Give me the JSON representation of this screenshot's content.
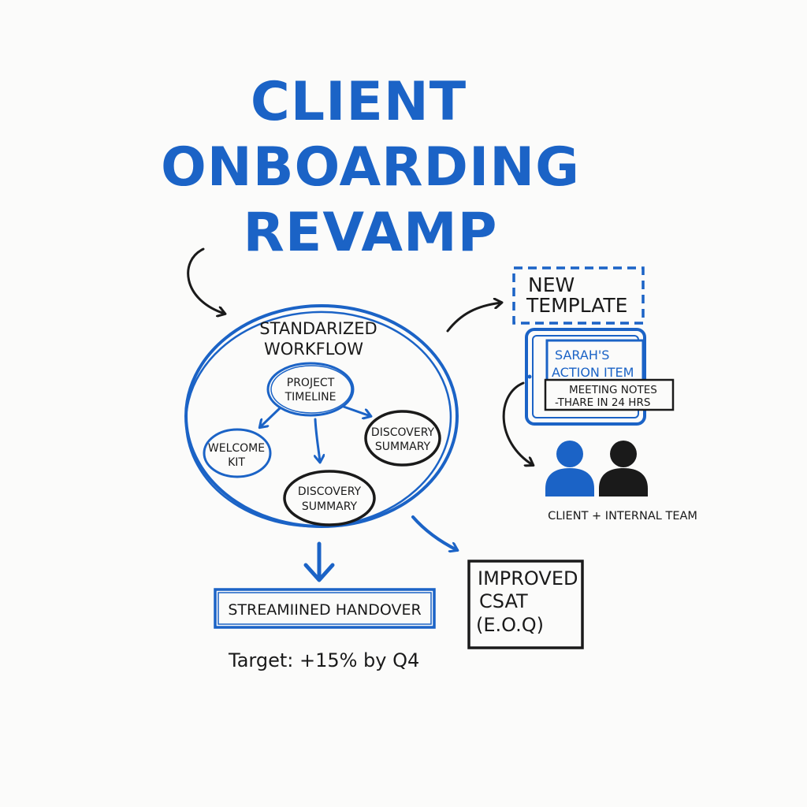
{
  "title": {
    "line1": "CLIENT",
    "line2": "ONBOARDING",
    "line3": "REVAMP"
  },
  "workflow": {
    "heading_line1": "STANDARIZED",
    "heading_line2": "WORKFLOW",
    "nodes": {
      "project_timeline": [
        "PROJECT",
        "TIMELINE"
      ],
      "welcome_kit": [
        "WELCOME",
        "KIT"
      ],
      "discovery_summary_right": [
        "DISCOVERY",
        "SUMMARY"
      ],
      "discovery_summary_bottom": [
        "DISCOVERY",
        "SUMMARY"
      ]
    }
  },
  "new_template": {
    "line1": "NEW",
    "line2": "TEMPLATE"
  },
  "tablet": {
    "action_line1": "SARAH'S",
    "action_line2": "ACTION ITEM",
    "notes_line1": "MEETING NOTES",
    "notes_line2": "-THARE IN 24 HRS"
  },
  "team": {
    "label": "CLIENT + INTERNAL TEAM"
  },
  "outcomes": {
    "handover_label": "STREAMIINED HANDOVER",
    "target_text": "Target: +15% by Q4",
    "csat_line1": "IMPROVED",
    "csat_line2": "CSAT",
    "csat_line3": "(E.O.Q)"
  },
  "colors": {
    "accent_blue": "#1b63c6",
    "ink": "#1a1a1a",
    "background": "#fbfbfa"
  }
}
